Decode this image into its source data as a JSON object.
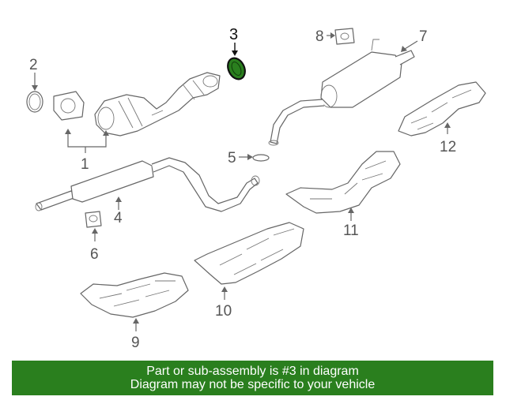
{
  "callouts": {
    "c1": "1",
    "c2": "2",
    "c3": "3",
    "c4": "4",
    "c5": "5",
    "c6": "6",
    "c7": "7",
    "c8": "8",
    "c9": "9",
    "c10": "10",
    "c11": "11",
    "c12": "12"
  },
  "highlight_color": "#2a7f1e",
  "banner": {
    "line1": "Part or sub-assembly is #3 in diagram",
    "line2": "Diagram may not be specific to your vehicle",
    "background": "#2a7f1e",
    "text_color": "#ffffff"
  }
}
